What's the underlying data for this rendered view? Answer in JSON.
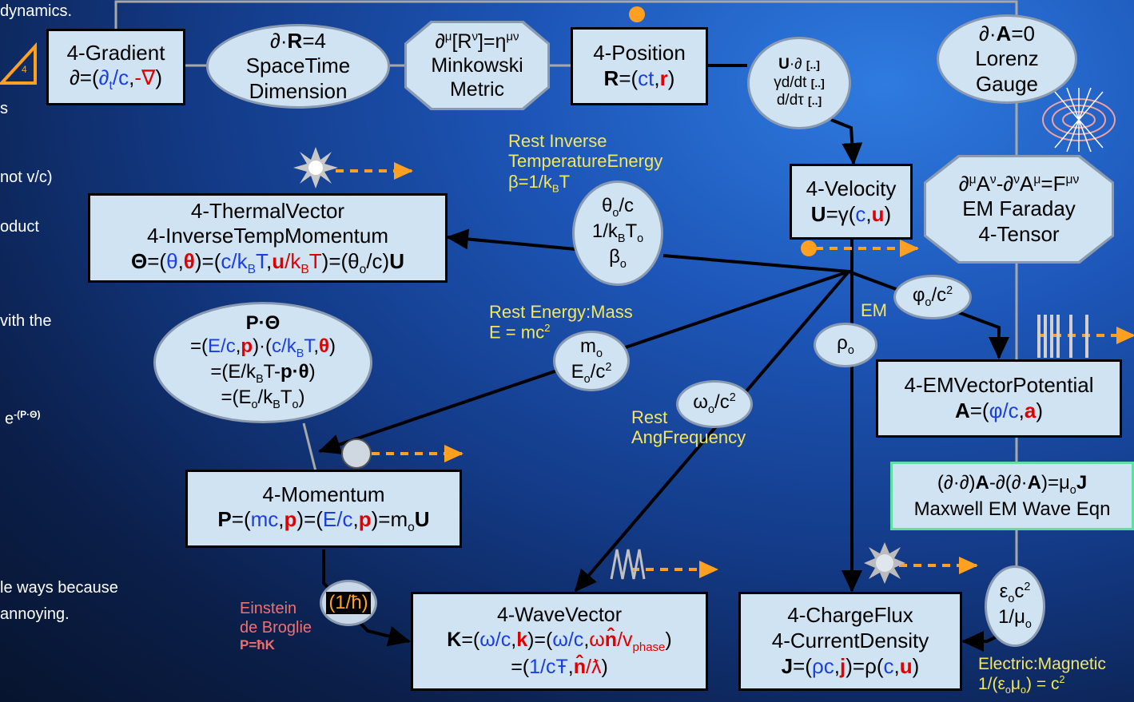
{
  "side_notes": {
    "n1": "dynamics.",
    "n2": "s",
    "n3": "not v/c)",
    "n4": "oduct",
    "n5": "vith the",
    "n6": "e",
    "n6sup": "-(P·Θ)",
    "n7": "le ways because",
    "n8": "annoying."
  },
  "triangle": {
    "label": "4"
  },
  "gradient": {
    "title": "4-Gradient"
  },
  "spacetime": {
    "line2": "SpaceTime",
    "line3": "Dimension",
    "eq_tail": "=4"
  },
  "minkowski": {
    "line2": "Minkowski",
    "line3": "Metric"
  },
  "position": {
    "title": "4-Position"
  },
  "derivs": {
    "l1": "[..]",
    "l2": "γd/dt",
    "l2b": "[..]",
    "l3": "d/dτ",
    "l3b": "[..]"
  },
  "lorenz": {
    "eq_tail": "=0",
    "line2": "Lorenz",
    "line3": "Gauge"
  },
  "faraday": {
    "line2": "EM Faraday",
    "line3": "4-Tensor"
  },
  "velocity": {
    "title": "4-Velocity"
  },
  "thermal": {
    "line1": "4-ThermalVector",
    "line2": "4-InverseTempMomentum"
  },
  "theta_ell": {
    "l1": "θo/c",
    "l2": "1/kBTo",
    "l3": "βo"
  },
  "rest_inv": {
    "l1": "Rest Inverse",
    "l2": "TemperatureEnergy",
    "l3": "β=1/kBT"
  },
  "pdot": {
    "title": "P·Θ"
  },
  "rest_energy": {
    "l1": "Rest Energy:Mass",
    "l2": "E = mc²"
  },
  "mass_ell": {
    "l1": "mo",
    "l2": "Eo/c²"
  },
  "em_label": "EM",
  "phi_ell": "φo/c²",
  "rho_ell": "ρo",
  "omega_ell": "ωo/c²",
  "rest_ang": {
    "l1": "Rest",
    "l2": "AngFrequency"
  },
  "emvp": {
    "title": "4-EMVectorPotential"
  },
  "maxwell": {
    "line2": "Maxwell EM Wave Eqn"
  },
  "momentum": {
    "title": "4-Momentum"
  },
  "hbar_ell": "(1/ħ)",
  "einstein": {
    "l1": "Einstein",
    "l2": "de Broglie",
    "l3": "P=ħK"
  },
  "wavevector": {
    "title": "4-WaveVector",
    "phase": "phase"
  },
  "chargeflux": {
    "line1": "4-ChargeFlux",
    "line2": "4-CurrentDensity"
  },
  "eps_ell": {
    "l1": "εoc²",
    "l2": "1/μo"
  },
  "elec_mag": {
    "l1": "Electric:Magnetic",
    "l2": "1/(εoμo) = c²"
  },
  "colors": {
    "line": "#000000",
    "gray_line": "#a0a0a0",
    "orange": "#ffa020",
    "yellow_text": "#f4e65e",
    "blue_sym": "#1a3fe0",
    "red_sym": "#e00000"
  }
}
